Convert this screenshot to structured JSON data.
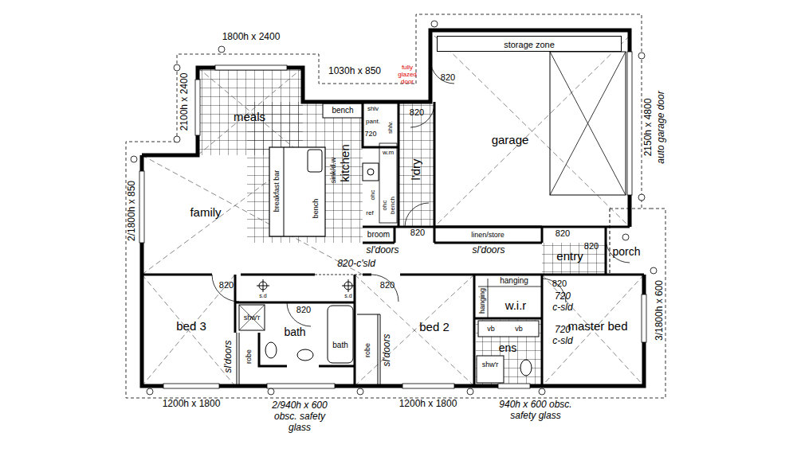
{
  "diagram": {
    "nodes": [
      {
        "text": [
          "family"
        ]
      },
      {
        "text": [
          "meals"
        ]
      },
      {
        "text": [
          "kitchen"
        ]
      },
      {
        "text": [
          "l'dry"
        ]
      },
      {
        "text": [
          "garage"
        ]
      },
      {
        "text": [
          "storage zone"
        ],
        "in": 4
      },
      {
        "text": [
          "broom"
        ]
      },
      {
        "text": [
          "linen/store"
        ]
      },
      {
        "text": [
          "entry"
        ]
      },
      {
        "text": [
          "porch"
        ]
      },
      {
        "text": [
          "bed 3"
        ]
      },
      {
        "text": [
          "bath"
        ]
      },
      {
        "text": [
          "bed 2"
        ]
      },
      {
        "text": [
          "w.i.r"
        ]
      },
      {
        "text": [
          "ens"
        ]
      },
      {
        "text": [
          "master bed"
        ]
      }
    ],
    "labels": [
      "1800h x 2400",
      "1030h x 850",
      "fully glazed door",
      "820",
      "2100h x 2400",
      "bench",
      "shlv",
      "pant.",
      "720",
      "shlv.",
      "820",
      "2150h x 4800",
      "auto garage door",
      "breakfast bar",
      "bench",
      "sink/d.w",
      "ohc",
      "w.m",
      "ohc",
      "bench",
      "ref",
      "820",
      "2/1800h x 850",
      "sl'doors",
      "sl'doors",
      "820-c'sld",
      "820",
      "820",
      "820",
      "s.d",
      "s.d",
      "820",
      "820",
      "shw'r",
      "bath",
      "robe",
      "sl'doors",
      "robe",
      "sl'doors",
      "hanging",
      "hanging",
      "820",
      "720 c-sld",
      "vb",
      "vb",
      "shw'r",
      "720 c-sld",
      "3/1800h x 600",
      "1200h x 1800",
      "2/940h x 600 obsc. safety glass",
      "1200h x 1800",
      "940h x 600 obsc. safety glass"
    ]
  }
}
